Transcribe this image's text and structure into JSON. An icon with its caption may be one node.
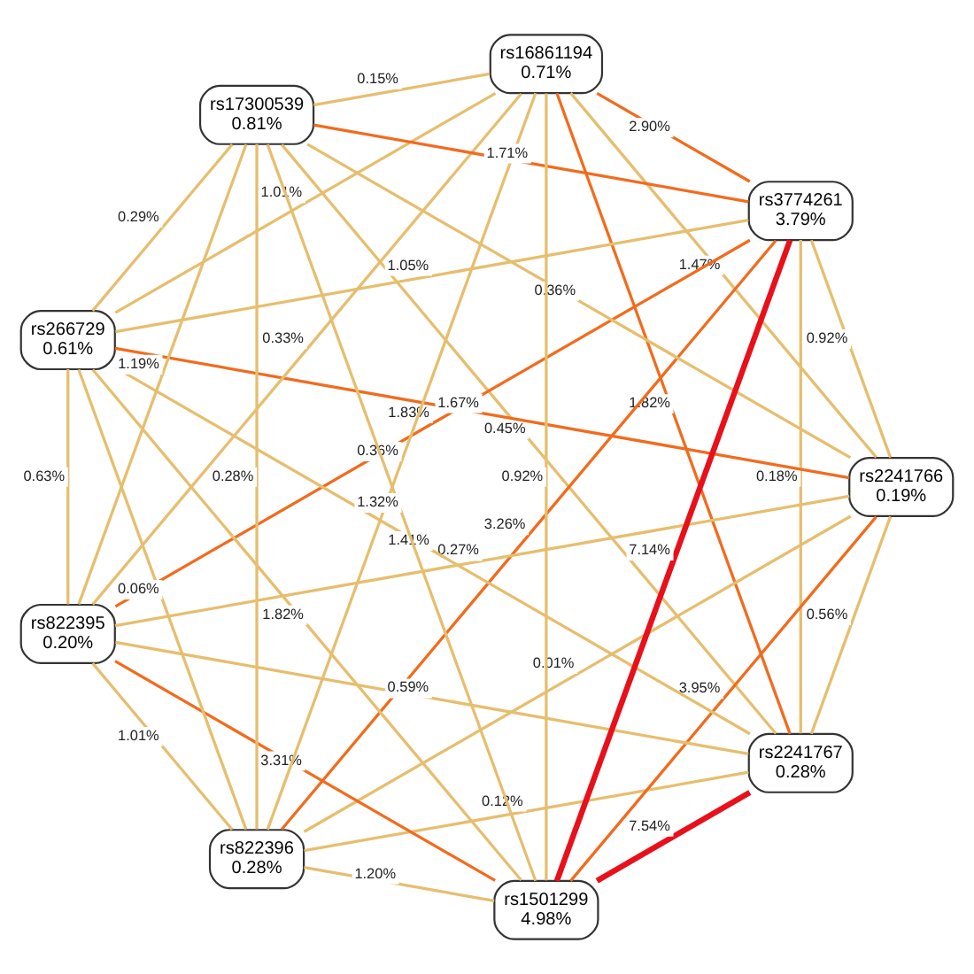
{
  "diagram": {
    "nodes": [
      {
        "text": [
          "rs1501299",
          "4.98%"
        ]
      },
      {
        "text": [
          "rs3774261",
          "3.79%"
        ]
      },
      {
        "text": [
          "rs16861194",
          "0.71%"
        ]
      },
      {
        "text": [
          "rs17300539",
          "0.81%"
        ]
      },
      {
        "text": [
          "rs266729",
          "0.61%"
        ]
      },
      {
        "text": [
          "rs822395",
          "0.20%"
        ]
      },
      {
        "text": [
          "rs822396",
          "0.28%"
        ]
      },
      {
        "text": [
          "rs2241766",
          "0.19%"
        ]
      },
      {
        "text": [
          "rs2241767",
          "0.28%"
        ]
      }
    ],
    "edges": [
      {
        "from": 0,
        "to": 1,
        "arrow": "none",
        "label": "7.14%",
        "style": "thick",
        "color": "#e8101a"
      },
      {
        "from": 1,
        "to": 2,
        "arrow": "none",
        "label": "2.90%",
        "color": "#f26b1d"
      },
      {
        "from": 2,
        "to": 3,
        "arrow": "none",
        "label": "0.15%"
      },
      {
        "from": 3,
        "to": 4,
        "arrow": "none",
        "label": "0.29%"
      },
      {
        "from": 4,
        "to": 5,
        "arrow": "none",
        "label": "0.63%"
      },
      {
        "from": 5,
        "to": 6,
        "arrow": "none",
        "label": "1.01%"
      },
      {
        "from": 6,
        "to": 7,
        "arrow": "none",
        "label": "0.01%"
      },
      {
        "from": 7,
        "to": 8,
        "arrow": "none",
        "label": "0.56%"
      },
      {
        "from": 8,
        "to": 0,
        "arrow": "none",
        "label": "7.54%",
        "style": "thick",
        "color": "#e8101a"
      },
      {
        "from": 0,
        "to": 2,
        "arrow": "none",
        "label": "0.92%"
      },
      {
        "from": 1,
        "to": 3,
        "arrow": "none",
        "label": "1.71%",
        "color": "#f26b1d"
      },
      {
        "from": 2,
        "to": 4,
        "arrow": "none",
        "label": "1.01%"
      },
      {
        "from": 3,
        "to": 5,
        "arrow": "none",
        "label": "1.19%"
      },
      {
        "from": 4,
        "to": 6,
        "arrow": "none",
        "label": "0.06%"
      },
      {
        "from": 5,
        "to": 7,
        "arrow": "none",
        "label": "0.27%"
      },
      {
        "from": 8,
        "to": 6,
        "arrow": "none",
        "label": "0.12%"
      },
      {
        "from": 7,
        "to": 0,
        "arrow": "none",
        "label": "3.95%",
        "color": "#f26b1d"
      },
      {
        "from": 8,
        "to": 1,
        "arrow": "none",
        "label": "0.18%"
      },
      {
        "from": 0,
        "to": 3,
        "arrow": "none",
        "label": "1.32%"
      },
      {
        "from": 2,
        "to": 5,
        "arrow": "none",
        "label": "0.33%"
      },
      {
        "from": 3,
        "to": 6,
        "arrow": "none",
        "label": "0.28%"
      },
      {
        "from": 4,
        "to": 7,
        "arrow": "none",
        "label": "1.67%",
        "color": "#f26b1d"
      },
      {
        "from": 5,
        "to": 8,
        "arrow": "none",
        "label": "0.59%"
      },
      {
        "from": 6,
        "to": 0,
        "arrow": "none",
        "label": "1.20%"
      },
      {
        "from": 7,
        "to": 1,
        "arrow": "none",
        "label": "0.92%"
      },
      {
        "from": 8,
        "to": 2,
        "arrow": "none",
        "label": "1.82%",
        "color": "#f26b1d"
      },
      {
        "from": 0,
        "to": 4,
        "arrow": "none",
        "label": "1.82%"
      },
      {
        "from": 3,
        "to": 7,
        "arrow": "none",
        "label": "0.36%"
      },
      {
        "from": 4,
        "to": 8,
        "arrow": "none",
        "label": "1.41%"
      },
      {
        "from": 5,
        "to": 0,
        "arrow": "none",
        "label": "3.31%",
        "color": "#f26b1d"
      },
      {
        "from": 6,
        "to": 1,
        "arrow": "none",
        "label": "3.26%",
        "color": "#f26b1d"
      },
      {
        "from": 7,
        "to": 2,
        "arrow": "none",
        "label": "1.47%"
      },
      {
        "from": 8,
        "to": 3,
        "arrow": "none",
        "label": "0.45%"
      },
      {
        "from": 4,
        "to": 1,
        "arrow": "none",
        "label": "1.05%"
      },
      {
        "from": 5,
        "to": 1,
        "arrow": "none",
        "label": "1.83%",
        "color": "#f26b1d"
      },
      {
        "from": 2,
        "to": 6,
        "arrow": "none",
        "label": "0.36%"
      }
    ]
  }
}
